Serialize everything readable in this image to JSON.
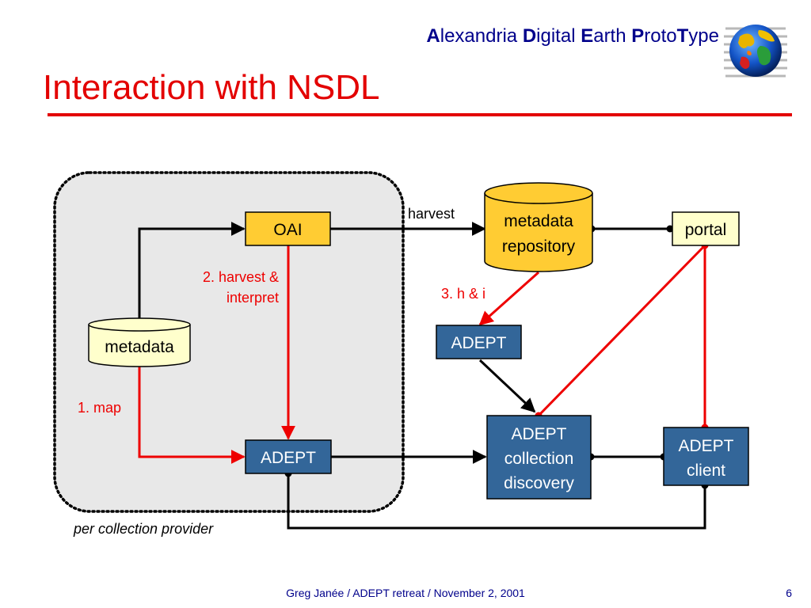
{
  "header": {
    "brand_parts": [
      {
        "initial": "A",
        "rest": "lexandria"
      },
      {
        "initial": "D",
        "rest": "igital"
      },
      {
        "initial": "E",
        "rest": "arth"
      },
      {
        "initial": "P",
        "rest": "roto"
      },
      {
        "initial": "T",
        "rest": "ype"
      }
    ]
  },
  "title": "Interaction with NSDL",
  "diagram": {
    "nodes": {
      "oai": "OAI",
      "metadata_repository": [
        "metadata",
        "repository"
      ],
      "portal": "portal",
      "metadata": "metadata",
      "adept_local": "ADEPT",
      "adept_hi": "ADEPT",
      "adept_collection_discovery": [
        "ADEPT",
        "collection",
        "discovery"
      ],
      "adept_client": [
        "ADEPT",
        "client"
      ]
    },
    "labels": {
      "harvest": "harvest",
      "harvest_interpret": [
        "2. harvest &",
        "interpret"
      ],
      "h_and_i": "3. h & i",
      "map": "1. map",
      "per_collection_provider": "per collection provider"
    }
  },
  "footer": {
    "credit": "Greg Janée / ADEPT retreat / November 2, 2001",
    "page": "6"
  },
  "colors": {
    "title_red": "#e30000",
    "brand_blue": "#00008b",
    "adept_box": "#336699",
    "oai_box": "#ffcc33",
    "cream": "#ffffcc",
    "red_arrow": "#ee0000",
    "provider_region": "#e8e8e8"
  }
}
